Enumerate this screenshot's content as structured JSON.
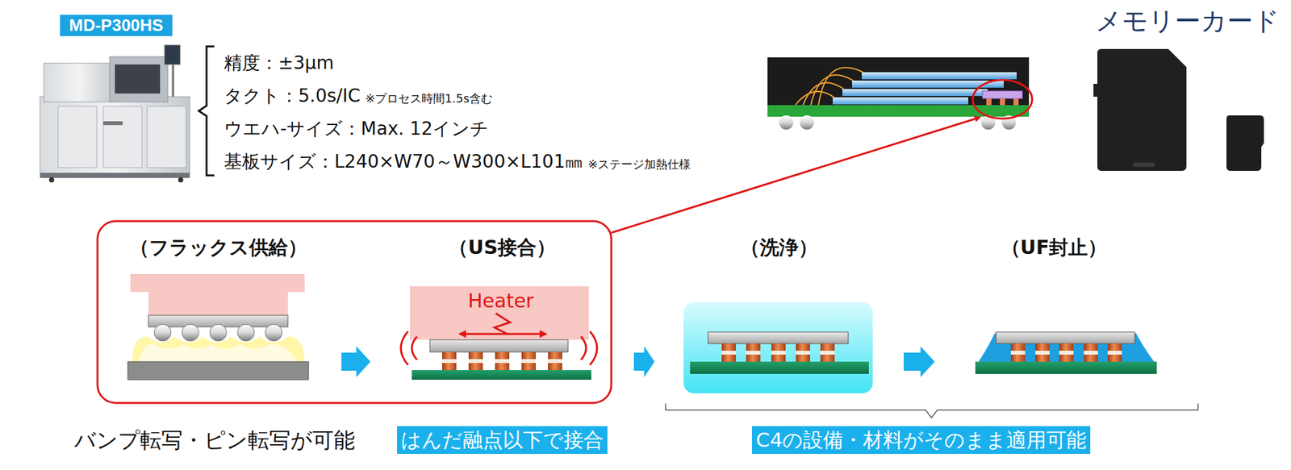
{
  "diagram": {
    "nodes": [
      {
        "text": [
          "MD-P300HS"
        ]
      },
      {
        "text": [
          "（フラックス供給）"
        ]
      },
      {
        "text": [
          "（US接合）"
        ]
      },
      {
        "text": [
          "（洗浄）"
        ]
      },
      {
        "text": [
          "（UF封止）"
        ]
      },
      {
        "text": [
          "はんだ融点以下で接合"
        ]
      },
      {
        "text": [
          "C4の設備・材料がそのまま適用可能"
        ]
      }
    ],
    "edges": [
      {
        "from": 1,
        "to": 2,
        "arrow": "to"
      },
      {
        "from": 2,
        "to": 3,
        "arrow": "to"
      },
      {
        "from": 3,
        "to": 4,
        "arrow": "to"
      }
    ],
    "labels": [
      "精度：±3μm",
      "タクト：5.0s/IC",
      "※プロセス時間1.5s含む",
      "ウエハ-サイズ：Max. 12インチ",
      "基板サイズ：L240×W70～W300×L101㎜",
      "※ステージ加熱仕様",
      "メモリーカード",
      "Heater",
      "バンプ転写・ピン転写が可能"
    ]
  }
}
